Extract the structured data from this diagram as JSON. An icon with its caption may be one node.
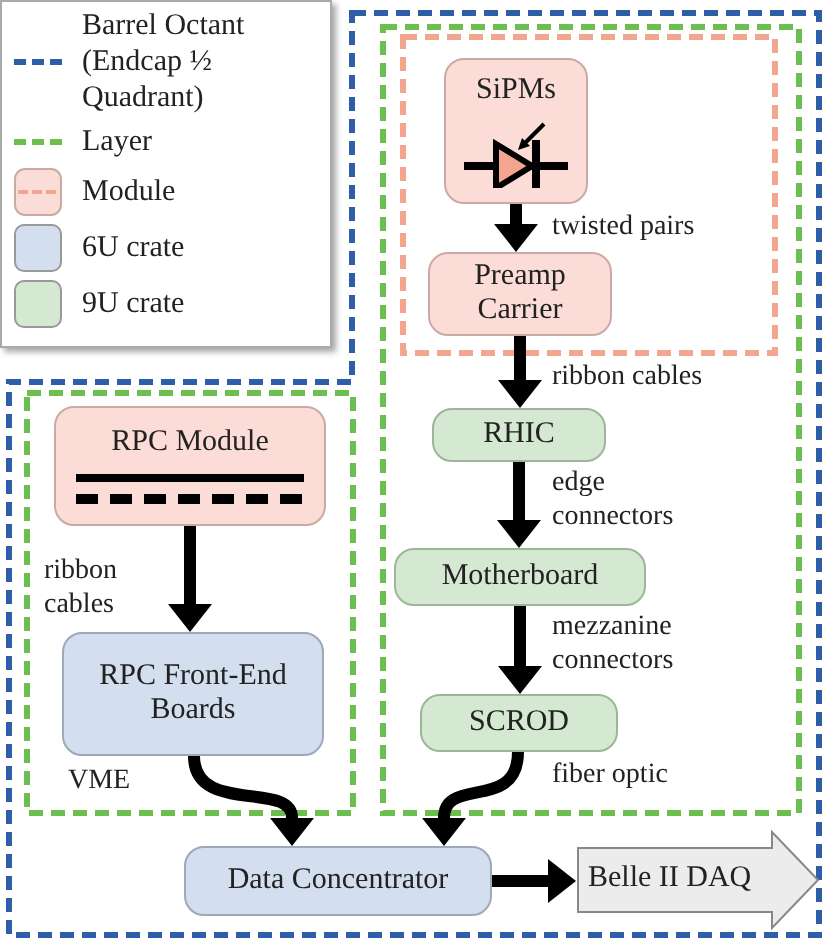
{
  "diagram": {
    "nodes": [
      {
        "text": [],
        "shape": "box"
      },
      {
        "text": [],
        "shape": "box",
        "in": 0
      },
      {
        "text": [],
        "shape": "box",
        "in": 1
      },
      {
        "text": [
          "SiPMs"
        ],
        "in": 2
      },
      {
        "text": [
          "Preamp Carrier"
        ],
        "in": 2
      },
      {
        "text": [
          "RHIC"
        ],
        "in": 1
      },
      {
        "text": [
          "Motherboard"
        ],
        "in": 1
      },
      {
        "text": [
          "SCROD"
        ],
        "in": 1
      },
      {
        "text": [],
        "shape": "box",
        "in": 0
      },
      {
        "text": [
          "RPC Module"
        ],
        "in": 8
      },
      {
        "text": [
          "RPC Front-End Boards"
        ],
        "in": 8
      },
      {
        "text": [
          "Data Concentrator"
        ],
        "in": 0
      },
      {
        "text": [
          "Belle II DAQ"
        ],
        "in": 0
      }
    ],
    "edges": [
      {
        "from": 3,
        "to": 4,
        "arrow": "to",
        "label": "twisted pairs"
      },
      {
        "from": 4,
        "to": 5,
        "arrow": "to",
        "label": "ribbon cables"
      },
      {
        "from": 5,
        "to": 6,
        "arrow": "to",
        "label": "edge connectors"
      },
      {
        "from": 6,
        "to": 7,
        "arrow": "to",
        "label": "mezzanine connectors"
      },
      {
        "from": 7,
        "to": 11,
        "arrow": "to",
        "label": "fiber optic"
      },
      {
        "from": 9,
        "to": 10,
        "arrow": "to",
        "label": "ribbon cables"
      },
      {
        "from": 10,
        "to": 11,
        "arrow": "to",
        "label": "VME"
      },
      {
        "from": 11,
        "to": 12,
        "arrow": "to"
      }
    ],
    "legend": [
      {
        "text": "Barrel Octant (Endcap ½ Quadrant)"
      },
      {
        "text": "Layer"
      },
      {
        "text": "Module"
      },
      {
        "text": "6U crate",
        "color": "#d3deee"
      },
      {
        "text": "9U crate",
        "color": "#d5e8d1"
      }
    ]
  }
}
